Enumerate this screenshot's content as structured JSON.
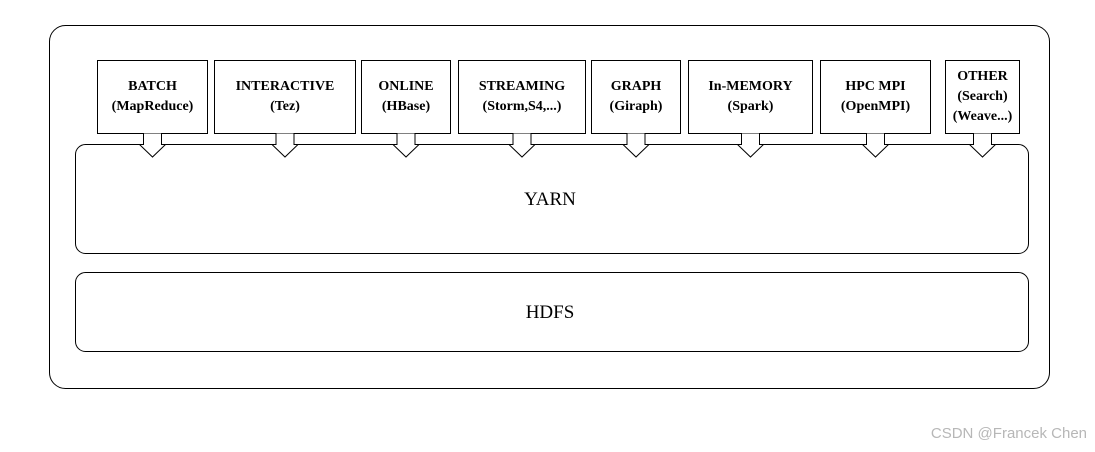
{
  "frameworks": [
    {
      "name": "BATCH",
      "sub": "(MapReduce)"
    },
    {
      "name": "INTERACTIVE",
      "sub": "(Tez)"
    },
    {
      "name": "ONLINE",
      "sub": "(HBase)"
    },
    {
      "name": "STREAMING",
      "sub": "(Storm,S4,...)"
    },
    {
      "name": "GRAPH",
      "sub": "(Giraph)"
    },
    {
      "name": "In-MEMORY",
      "sub": "(Spark)"
    },
    {
      "name": "HPC MPI",
      "sub": "(OpenMPI)"
    },
    {
      "name": "OTHER",
      "sub": "(Search)",
      "sub2": "(Weave...)"
    }
  ],
  "layers": {
    "yarn": "YARN",
    "hdfs": "HDFS"
  },
  "watermark": "CSDN @Francek Chen",
  "colors": {
    "stroke": "#000000",
    "fill": "#ffffff",
    "watermark": "#b7b7b7"
  }
}
